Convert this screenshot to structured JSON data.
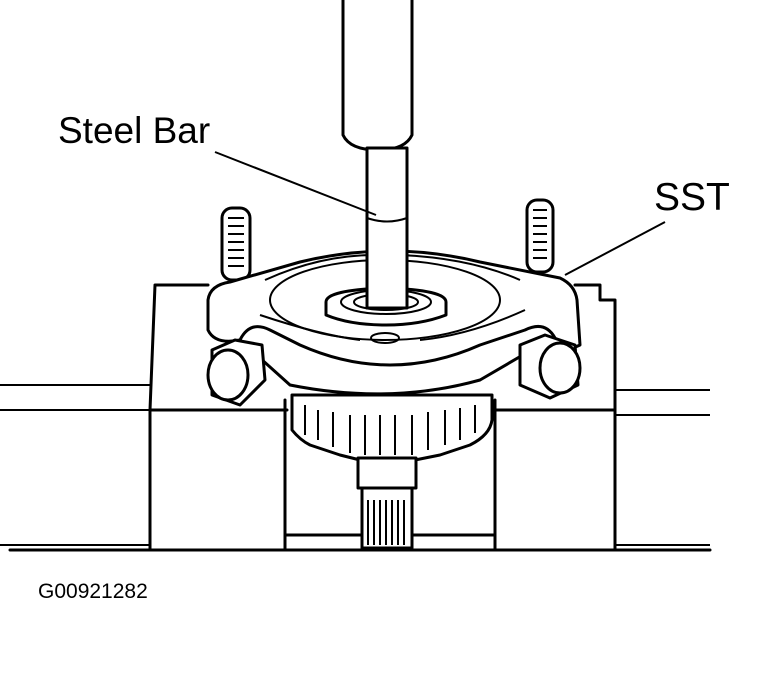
{
  "labels": {
    "steel_bar": "Steel Bar",
    "sst": "SST",
    "figure_id": "G00921282"
  },
  "colors": {
    "line": "#000000",
    "background": "#ffffff"
  }
}
